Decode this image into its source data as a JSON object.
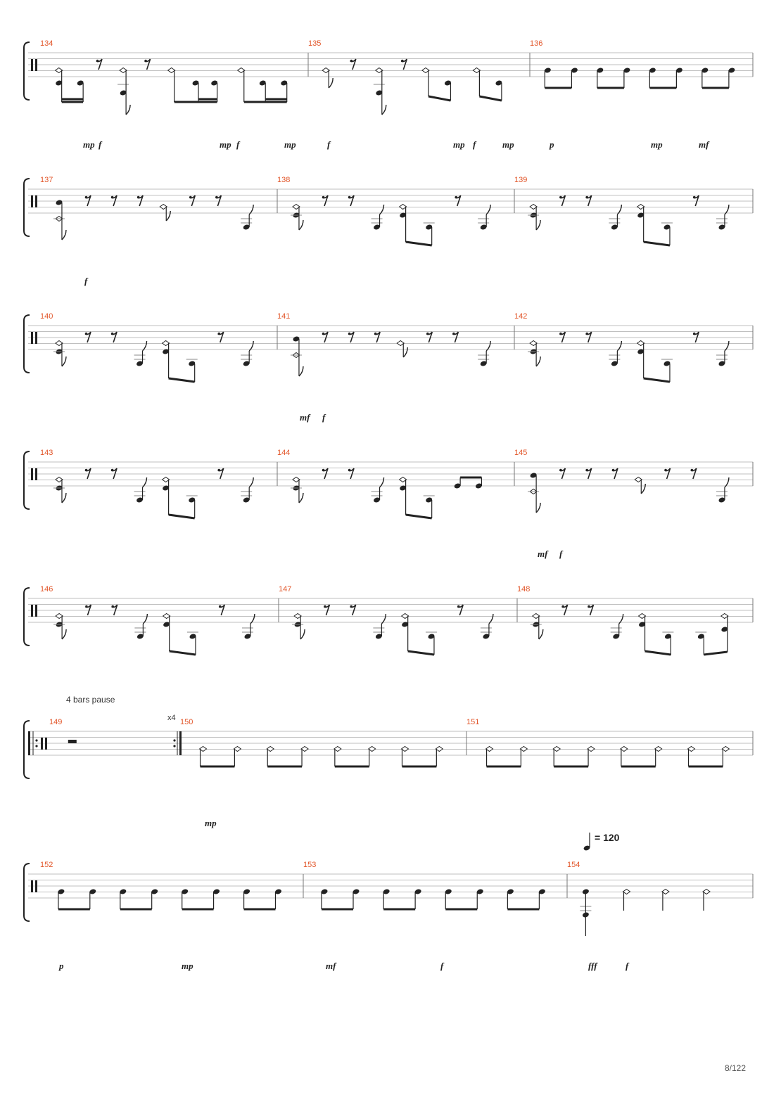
{
  "page": {
    "number": "8/122"
  },
  "tempo": {
    "value": "= 120"
  },
  "annotations": {
    "pause": "4 bars pause",
    "repeat_count": "x4"
  },
  "measures": [
    {
      "num": "134",
      "dyn": [
        "mp",
        "f",
        "mp",
        "f",
        "mp",
        "f"
      ],
      "pattern": "mixedA"
    },
    {
      "num": "135",
      "dyn": [
        "mp",
        "f",
        "mp"
      ],
      "pattern": "mixedB"
    },
    {
      "num": "136",
      "dyn": [
        "p",
        "mp",
        "mf"
      ],
      "pattern": "eighthsFilled"
    },
    {
      "num": "137",
      "dyn": [
        "f"
      ],
      "pattern": "sparseA"
    },
    {
      "num": "138",
      "dyn": [],
      "pattern": "groove"
    },
    {
      "num": "139",
      "dyn": [],
      "pattern": "groove2"
    },
    {
      "num": "140",
      "dyn": [],
      "pattern": "groove"
    },
    {
      "num": "141",
      "dyn": [
        "mf",
        "f"
      ],
      "pattern": "sparseA"
    },
    {
      "num": "142",
      "dyn": [],
      "pattern": "groove"
    },
    {
      "num": "143",
      "dyn": [],
      "pattern": "groove3"
    },
    {
      "num": "144",
      "dyn": [],
      "pattern": "groove4"
    },
    {
      "num": "145",
      "dyn": [
        "mf",
        "f"
      ],
      "pattern": "sparseA"
    },
    {
      "num": "146",
      "dyn": [],
      "pattern": "groove"
    },
    {
      "num": "147",
      "dyn": [],
      "pattern": "groove3"
    },
    {
      "num": "148",
      "dyn": [],
      "pattern": "groove5"
    },
    {
      "num": "149",
      "dyn": [],
      "pattern": "rest"
    },
    {
      "num": "150",
      "dyn": [
        "mp"
      ],
      "pattern": "eighthsOpen"
    },
    {
      "num": "151",
      "dyn": [],
      "pattern": "eighthsOpen"
    },
    {
      "num": "152",
      "dyn": [
        "p",
        "mp"
      ],
      "pattern": "eighthsFilled"
    },
    {
      "num": "153",
      "dyn": [
        "mf",
        "f"
      ],
      "pattern": "eighthsFilled"
    },
    {
      "num": "154",
      "dyn": [
        "fff",
        "f"
      ],
      "pattern": "quarters"
    }
  ]
}
